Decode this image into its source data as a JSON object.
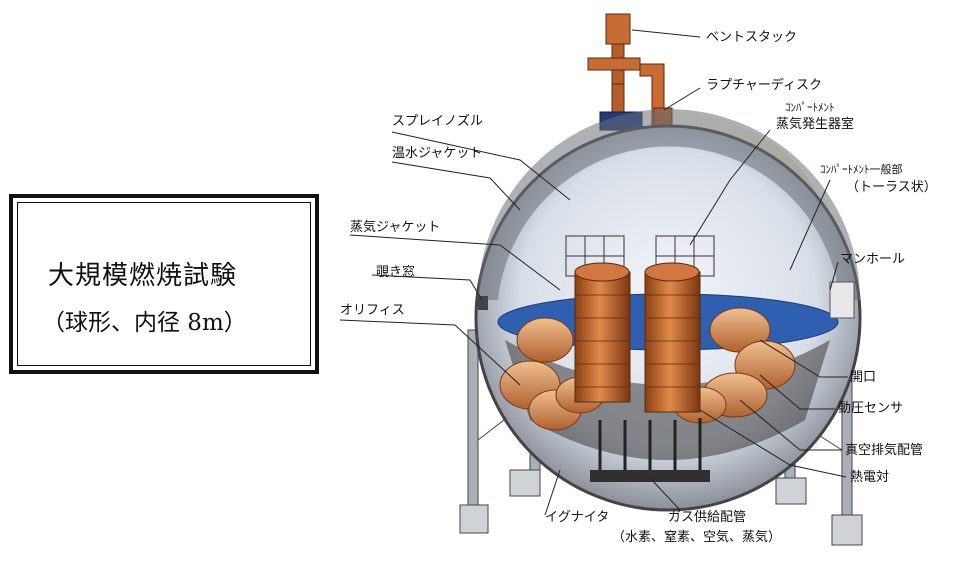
{
  "title": {
    "line1": "大規模燃焼試験",
    "line2": "（球形、内径 8m）"
  },
  "labels": {
    "vent_stack": "ベントスタック",
    "rupture_disk": "ラプチャーディスク",
    "spray_nozzle": "スプレイノズル",
    "hot_water_jacket": "温水ジャケット",
    "compartment_a": "ｺﾝﾊﾟｰﾄﾒﾝﾄ",
    "steam_generator_room": "蒸気発生器室",
    "compartment_general": "ｺﾝﾊﾟｰﾄﾒﾝﾄ一般部",
    "torus": "（トーラス状）",
    "steam_jacket": "蒸気ジャケット",
    "manhole": "マンホール",
    "viewing_window": "覗き窓",
    "orifice": "オリフィス",
    "opening": "開口",
    "dynamic_pressure_sensor": "動圧センサ",
    "vacuum_exhaust_pipe": "真空排気配管",
    "thermocouple": "熱電対",
    "igniter": "イグナイタ",
    "gas_supply_pipe": "ガス供給配管",
    "gas_types": "（水素、窒素、空気、蒸気）"
  }
}
